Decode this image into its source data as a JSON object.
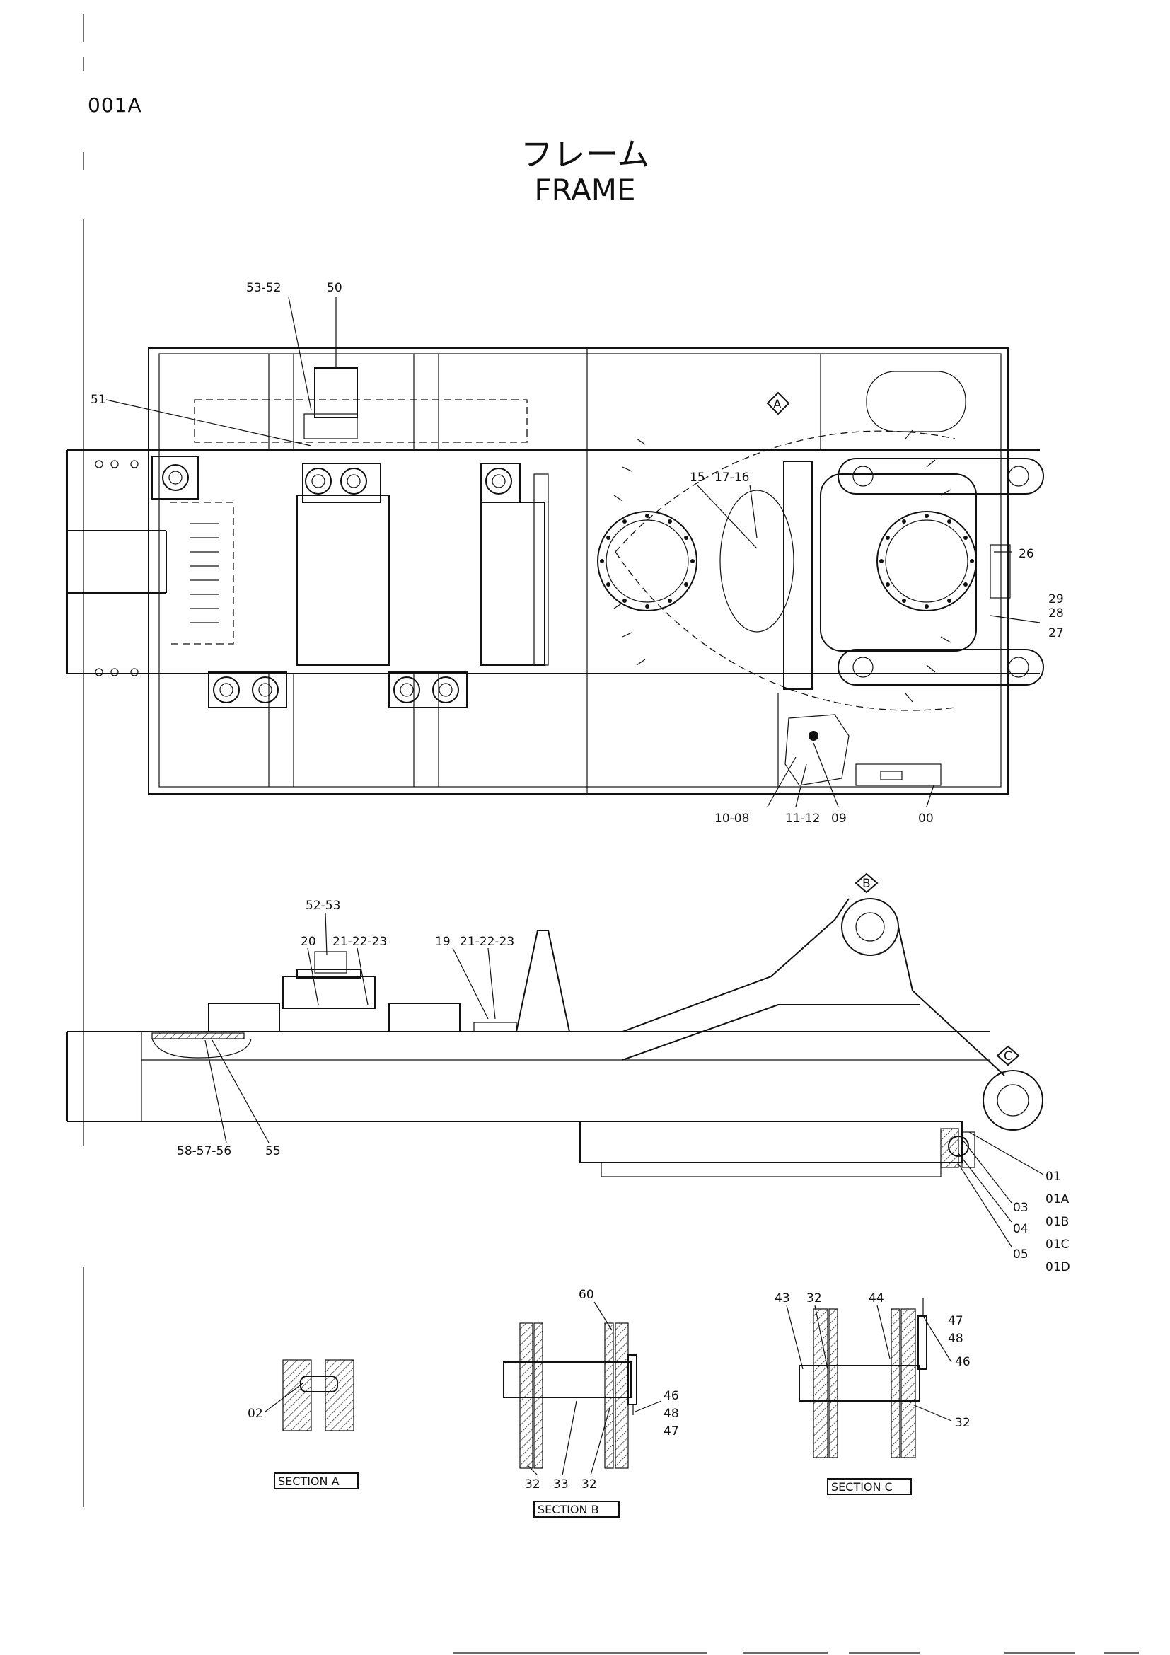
{
  "page_code": "001A",
  "title_jp": "フレーム",
  "title_en": "FRAME",
  "plan_view": {
    "callouts": [
      "53-52",
      "50",
      "51",
      "15",
      "17-16",
      "26",
      "29",
      "28",
      "27",
      "10-08",
      "11-12",
      "09",
      "00"
    ],
    "view_markers": [
      "A"
    ]
  },
  "side_view": {
    "callouts": [
      "52-53",
      "20",
      "21-22-23",
      "19",
      "21-22-23",
      "58-57-56",
      "55",
      "01",
      "01A",
      "01B",
      "01C",
      "01D",
      "03",
      "04",
      "05"
    ],
    "view_markers": [
      "B",
      "C"
    ]
  },
  "sections": [
    {
      "label": "SECTION A",
      "callouts": [
        "02"
      ]
    },
    {
      "label": "SECTION B",
      "callouts": [
        "60",
        "46",
        "48",
        "47",
        "32",
        "33",
        "32"
      ]
    },
    {
      "label": "SECTION C",
      "callouts": [
        "43",
        "32",
        "44",
        "47",
        "48",
        "46",
        "32"
      ]
    }
  ]
}
